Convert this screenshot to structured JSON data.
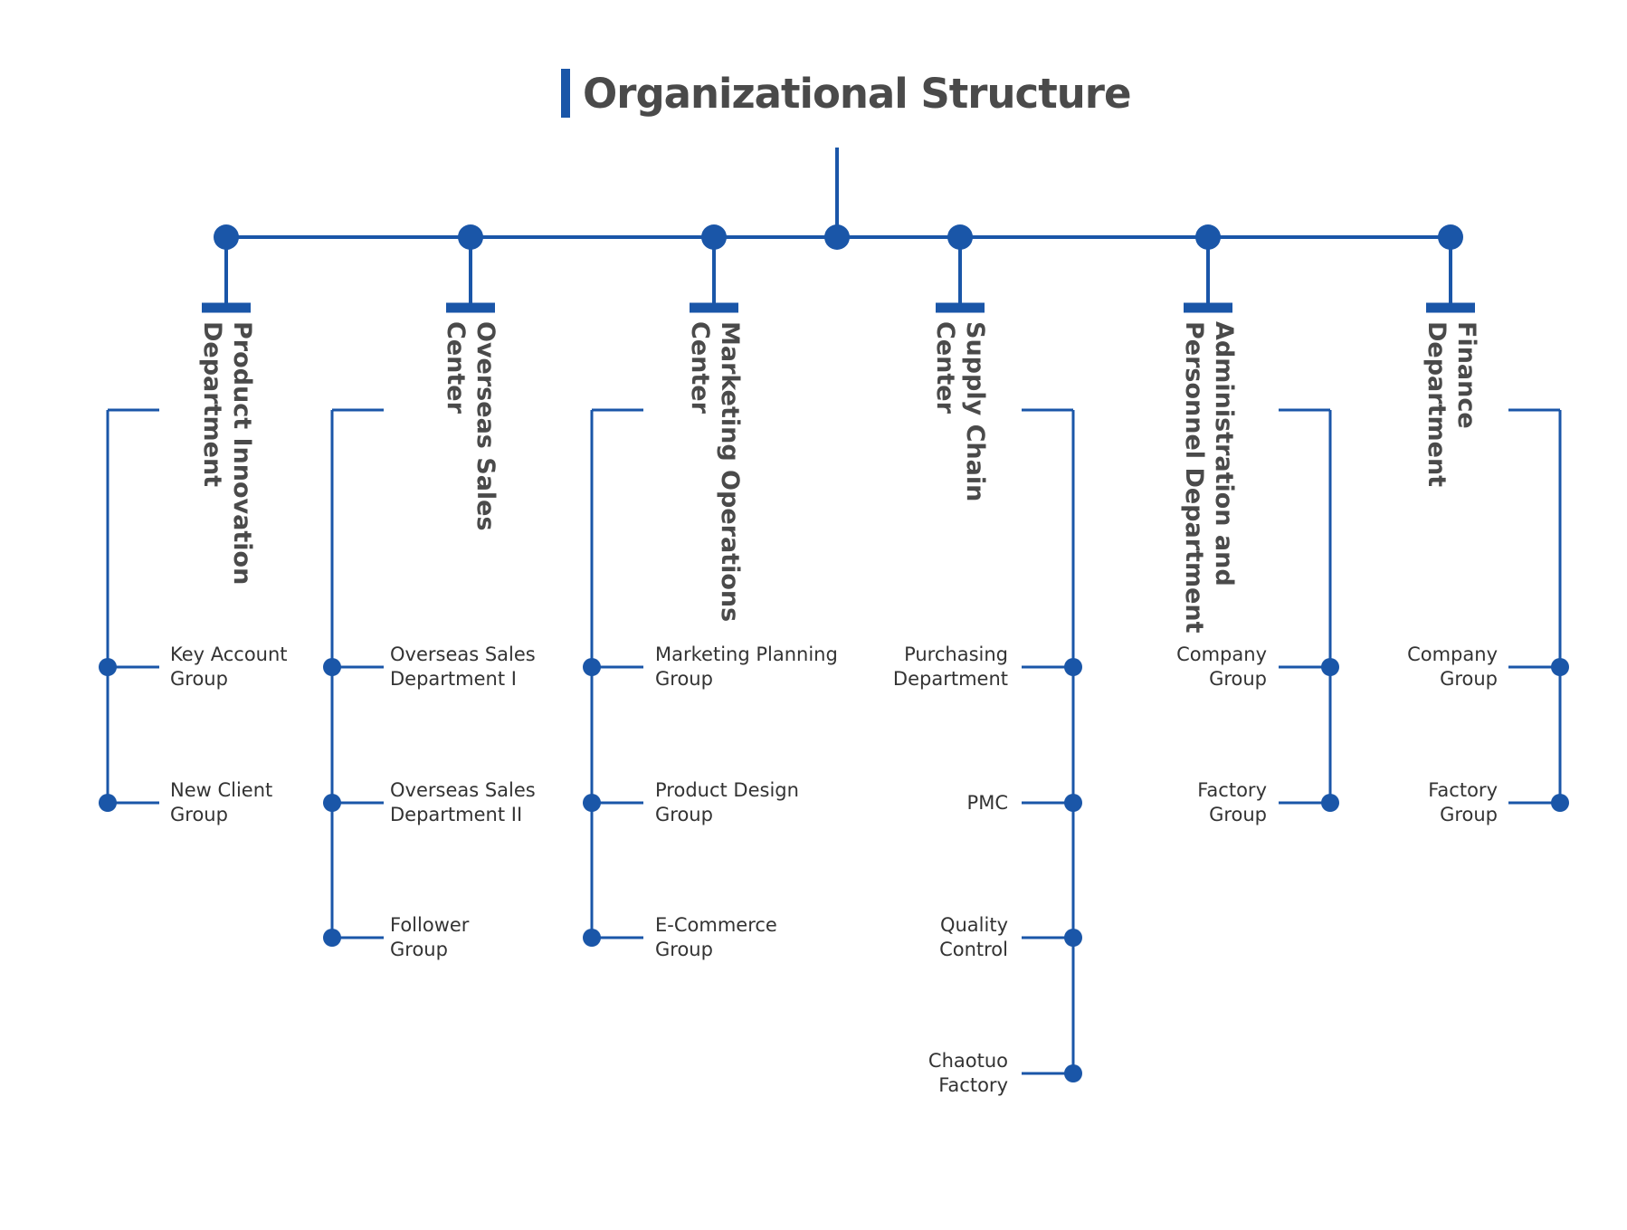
{
  "title": "Organizational Structure",
  "colors": {
    "accent": "#1a56a8",
    "title_text": "#4a4a4a",
    "leaf_text": "#333333"
  },
  "departments": [
    {
      "lines": [
        "Product Innovation",
        "Department"
      ],
      "groups": [
        [
          "Key Account",
          "Group"
        ],
        [
          "New Client",
          "Group"
        ]
      ]
    },
    {
      "lines": [
        "Overseas Sales",
        "Center"
      ],
      "groups": [
        [
          "Overseas Sales",
          "Department I"
        ],
        [
          "Overseas Sales",
          "Department II"
        ],
        [
          "Follower",
          "Group"
        ]
      ]
    },
    {
      "lines": [
        "Marketing Operations",
        "Center"
      ],
      "groups": [
        [
          "Marketing Planning",
          "Group"
        ],
        [
          "Product Design",
          "Group"
        ],
        [
          "E-Commerce",
          "Group"
        ]
      ]
    },
    {
      "lines": [
        "Supply Chain",
        "Center"
      ],
      "groups": [
        [
          "Purchasing",
          "Department"
        ],
        [
          "PMC"
        ],
        [
          "Quality",
          "Control"
        ],
        [
          "Chaotuo",
          "Factory"
        ]
      ]
    },
    {
      "lines": [
        "Administration and",
        "Personnel Department"
      ],
      "groups": [
        [
          "Company",
          "Group"
        ],
        [
          "Factory",
          "Group"
        ]
      ]
    },
    {
      "lines": [
        "Finance",
        "Department"
      ],
      "groups": [
        [
          "Company",
          "Group"
        ],
        [
          "Factory",
          "Group"
        ]
      ]
    }
  ]
}
